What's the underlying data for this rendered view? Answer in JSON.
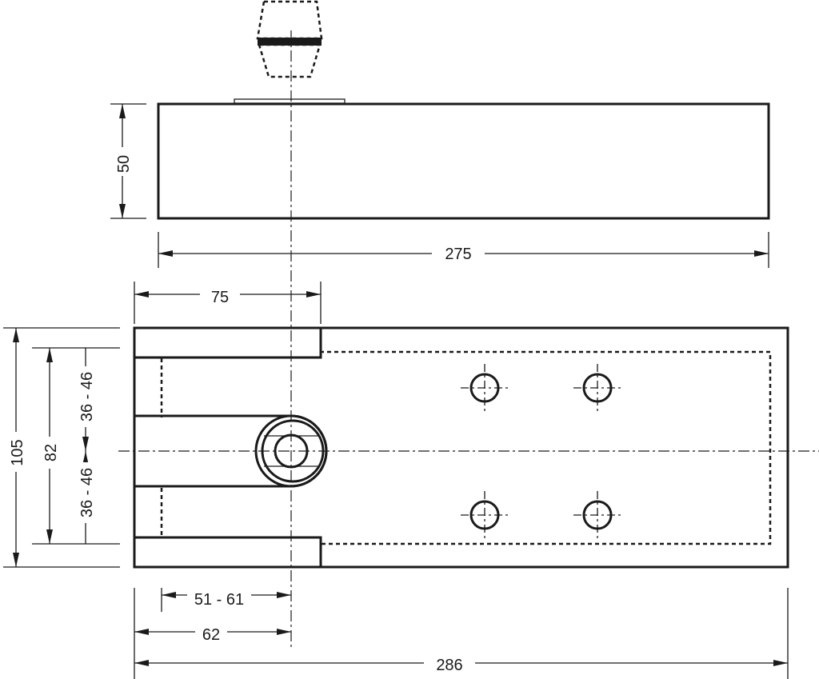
{
  "dimensions": {
    "height_50": "50",
    "length_275": "275",
    "width_75": "75",
    "width_105": "105",
    "width_82": "82",
    "range_upper": "36 - 46",
    "range_lower": "36 - 46",
    "offset_51_61": "51 - 61",
    "offset_62": "62",
    "length_286": "286"
  }
}
